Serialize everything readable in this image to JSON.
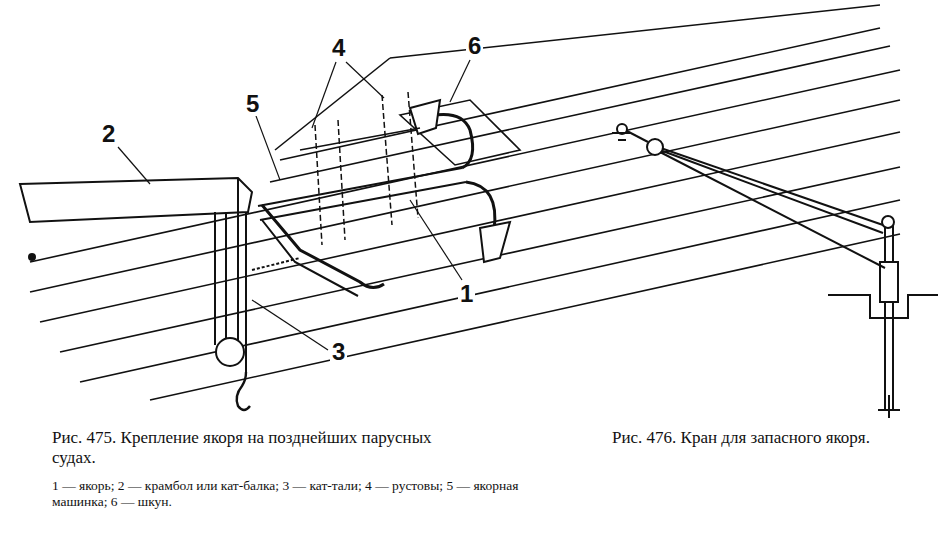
{
  "diagram": {
    "labels": [
      "2",
      "5",
      "4",
      "6",
      "1",
      "3",
      "Рис. 475. Крепление якоря на позднейших парусных судах.",
      "1 — якорь; 2 — крамбол или кат-балка; 3 — кат-тали; 4 — рустовы; 5 — якорная машинка; 6 — шкун.",
      "Рис. 476. Кран для запасного якоря."
    ]
  }
}
